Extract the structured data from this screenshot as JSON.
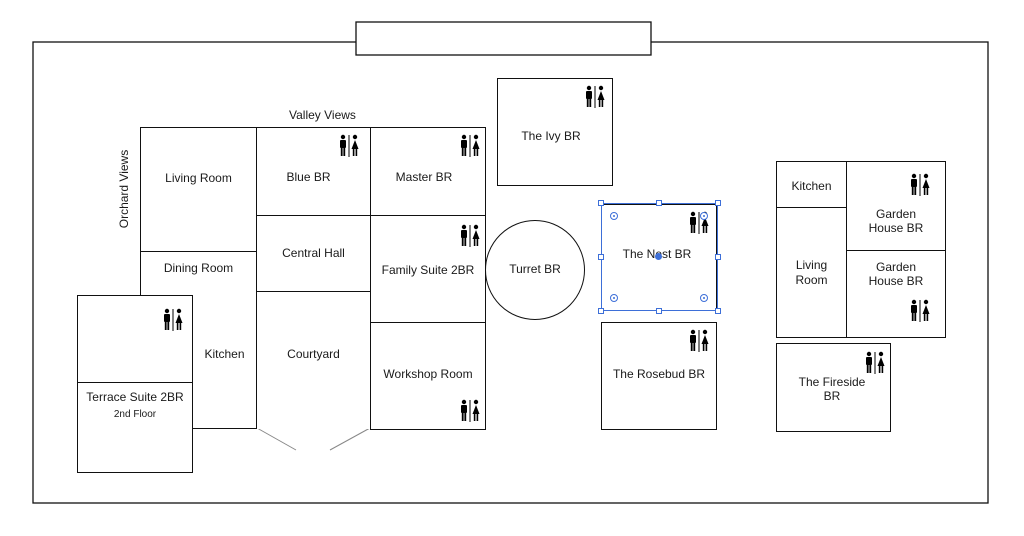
{
  "title_box_text": "",
  "labels": {
    "valley_views": "Valley Views",
    "orchard_views": "Orchard Views"
  },
  "rooms": {
    "living_room_main": "Living Room",
    "blue_br": "Blue BR",
    "master_br": "Master BR",
    "central_hall": "Central Hall",
    "family_suite": "Family Suite 2BR",
    "dining_room": "Dining Room",
    "kitchen_main": "Kitchen",
    "courtyard": "Courtyard",
    "workshop_room": "Workshop Room",
    "terrace_suite": "Terrace Suite 2BR",
    "terrace_floor": "2nd Floor",
    "turret_br": "Turret BR",
    "ivy_br": "The Ivy BR",
    "nest_br": "The Nest BR",
    "rosebud_br": "The Rosebud BR",
    "garden_kitchen": "Kitchen",
    "garden_living_1": "Living",
    "garden_living_2": "Room",
    "garden_house_top_1": "Garden",
    "garden_house_top_2": "House BR",
    "garden_house_bottom_1": "Garden",
    "garden_house_bottom_2": "House BR",
    "fireside_1": "The Fireside",
    "fireside_2": "BR"
  },
  "icons": {
    "restroom": "restroom-icon",
    "selection": "selection-handles"
  },
  "colors": {
    "lines": "#111111",
    "selection": "#3d6fd8"
  }
}
